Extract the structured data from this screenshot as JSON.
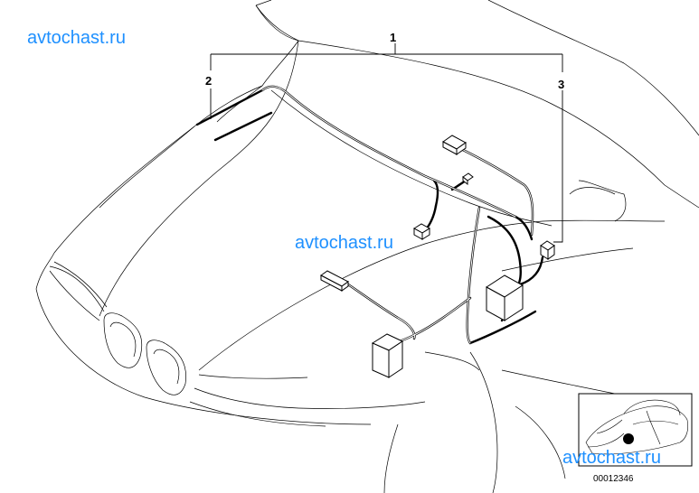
{
  "watermarks": {
    "top_left": "avtochast.ru",
    "center": "avtochast.ru",
    "bottom_right": "avtochast.ru",
    "color": "#1e90ff"
  },
  "callouts": {
    "c1": "1",
    "c2": "2",
    "c3": "3"
  },
  "part_number": "00012346",
  "colors": {
    "line": "#000000",
    "background": "#ffffff"
  }
}
